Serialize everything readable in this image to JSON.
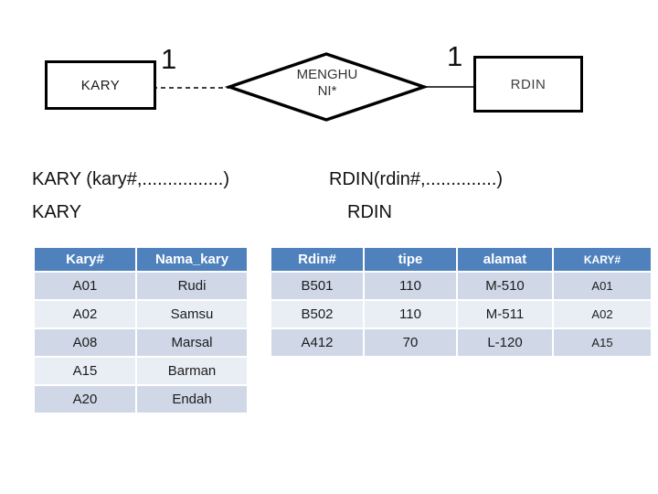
{
  "diagram": {
    "entity_left": "KARY",
    "entity_right": "RDIN",
    "relationship_line1": "MENGHU",
    "relationship_line2": "NI*",
    "cardinality_left": "1",
    "cardinality_right": "1"
  },
  "schema": {
    "kary_relation": "KARY (kary#,................)",
    "rdin_relation": "RDIN(rdin#,..............)",
    "kary_table_title": "KARY",
    "rdin_table_title": "RDIN"
  },
  "kary_table": {
    "headers": [
      "Kary#",
      "Nama_kary"
    ],
    "rows": [
      [
        "A01",
        "Rudi"
      ],
      [
        "A02",
        "Samsu"
      ],
      [
        "A08",
        "Marsal"
      ],
      [
        "A15",
        "Barman"
      ],
      [
        "A20",
        "Endah"
      ]
    ]
  },
  "rdin_table": {
    "headers": [
      "Rdin#",
      "tipe",
      "alamat",
      "KARY#"
    ],
    "rows": [
      [
        "B501",
        "110",
        "M-510",
        "A01"
      ],
      [
        "B502",
        "110",
        "M-511",
        "A02"
      ],
      [
        "A412",
        "70",
        "L-120",
        "A15"
      ]
    ]
  },
  "colors": {
    "header_bg": "#4f81bd",
    "row_band_dark": "#d0d8e8",
    "row_band_light": "#e9edf4",
    "line_color": "#000000"
  }
}
